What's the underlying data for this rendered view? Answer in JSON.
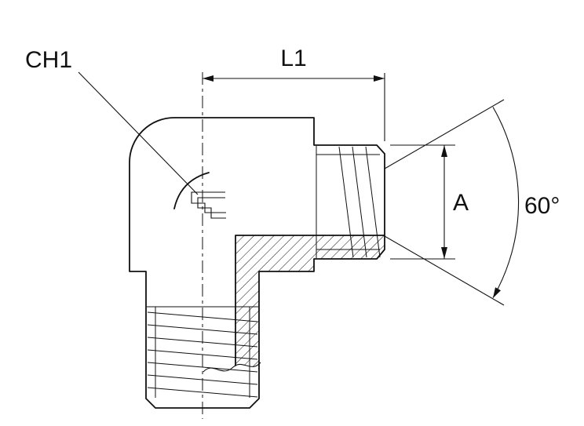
{
  "drawing": {
    "type": "technical-dimension-drawing",
    "subject": "90-degree male elbow fitting, partial section view",
    "line_color": "#111111",
    "background_color": "#ffffff",
    "labels": {
      "hex_size": "CH1",
      "length": "L1",
      "thread_diameter": "A",
      "cone_angle": "60°"
    }
  }
}
